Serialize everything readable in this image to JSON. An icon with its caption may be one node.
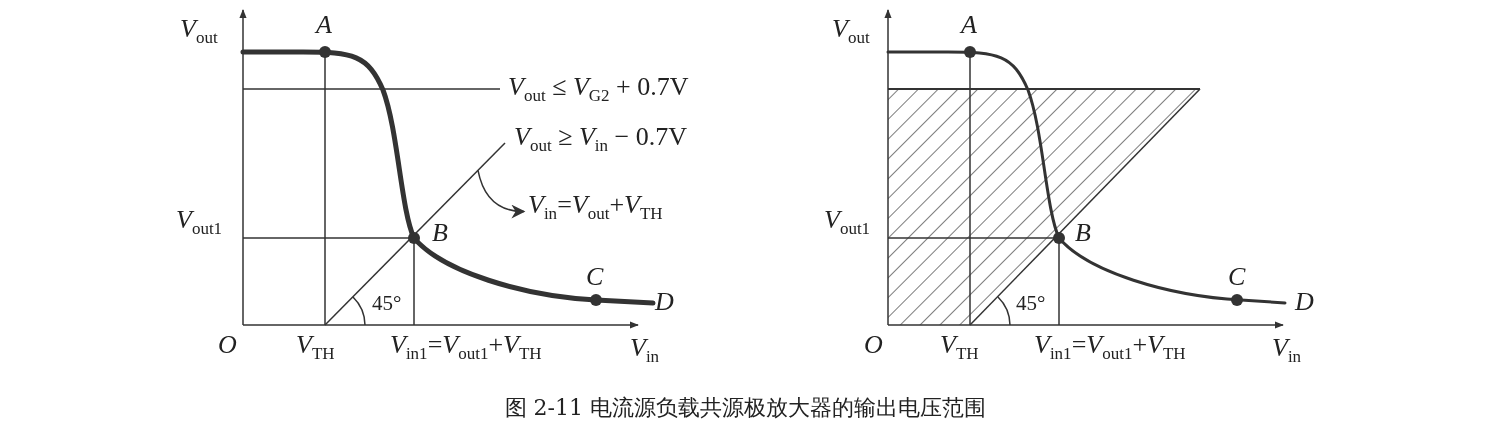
{
  "diagram": {
    "caption": "图 2-11 电流源负载共源极放大器的输出电压范围",
    "nodes": [
      {
        "text": [
          "*V*$_{in}$=*V*$_{out}$+*V*$_{TH}$"
        ]
      },
      {
        "text": [],
        "shape": "line"
      }
    ],
    "edges": [
      {
        "from": 1,
        "to": 0,
        "arrow": "to"
      }
    ],
    "labels": [
      "*V*$_{out}$",
      "*A*",
      "*V*$_{out}$ ≤ *V*$_{G2}$ + 0.7V",
      "*V*$_{out}$ ≥ *V*$_{in}$ − 0.7V",
      "*V*$_{out1}$",
      "*B*",
      "*C*",
      "45°",
      "*D*",
      "*O*",
      "*V*$_{TH}$",
      "*V*$_{in1}$=*V*$_{out1}$+*V*$_{TH}$",
      "*V*$_{in}$",
      "*V*$_{out}$",
      "*A*",
      "*V*$_{out1}$",
      "*B*",
      "*C*",
      "45°",
      "*D*",
      "*O*",
      "*V*$_{TH}$",
      "*V*$_{in1}$=*V*$_{out1}$+*V*$_{TH}$",
      "*V*$_{in}$"
    ]
  }
}
